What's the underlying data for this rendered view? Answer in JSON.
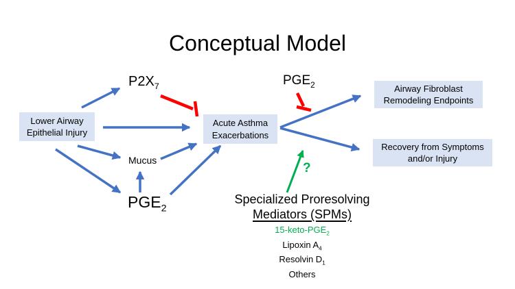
{
  "colors": {
    "arrow_blue": "#4472c4",
    "inhibitor_red": "#ff0000",
    "spm_green": "#00b050",
    "box_fill": "#dae3f3",
    "background": "#ffffff"
  },
  "title": "Conceptual Model",
  "boxes": {
    "injury": {
      "line1": "Lower Airway",
      "line2": "Epithelial Injury"
    },
    "exacerbations": {
      "line1": "Acute Asthma",
      "line2": "Exacerbations"
    },
    "fibroblast": {
      "line1": "Airway Fibroblast",
      "line2": "Remodeling Endpoints"
    },
    "recovery": {
      "line1": "Recovery from Symptoms",
      "line2": "and/or Injury"
    }
  },
  "labels": {
    "p2x7": {
      "base": "P2X",
      "sub": "7"
    },
    "pge2_upper": {
      "base": "PGE",
      "sub": "2"
    },
    "mucus": "Mucus",
    "pge2_lower": {
      "base": "PGE",
      "sub": "2"
    },
    "question_mark": "?"
  },
  "spm": {
    "heading_line1": "Specialized Proresolving",
    "heading_line2": "Mediators (SPMs)",
    "items": [
      {
        "base": "15-keto-PGE",
        "sub": "2"
      },
      {
        "base": "Lipoxin A",
        "sub": "4"
      },
      {
        "base": "Resolvin D",
        "sub": "1"
      },
      {
        "base": "Others",
        "sub": ""
      }
    ]
  }
}
